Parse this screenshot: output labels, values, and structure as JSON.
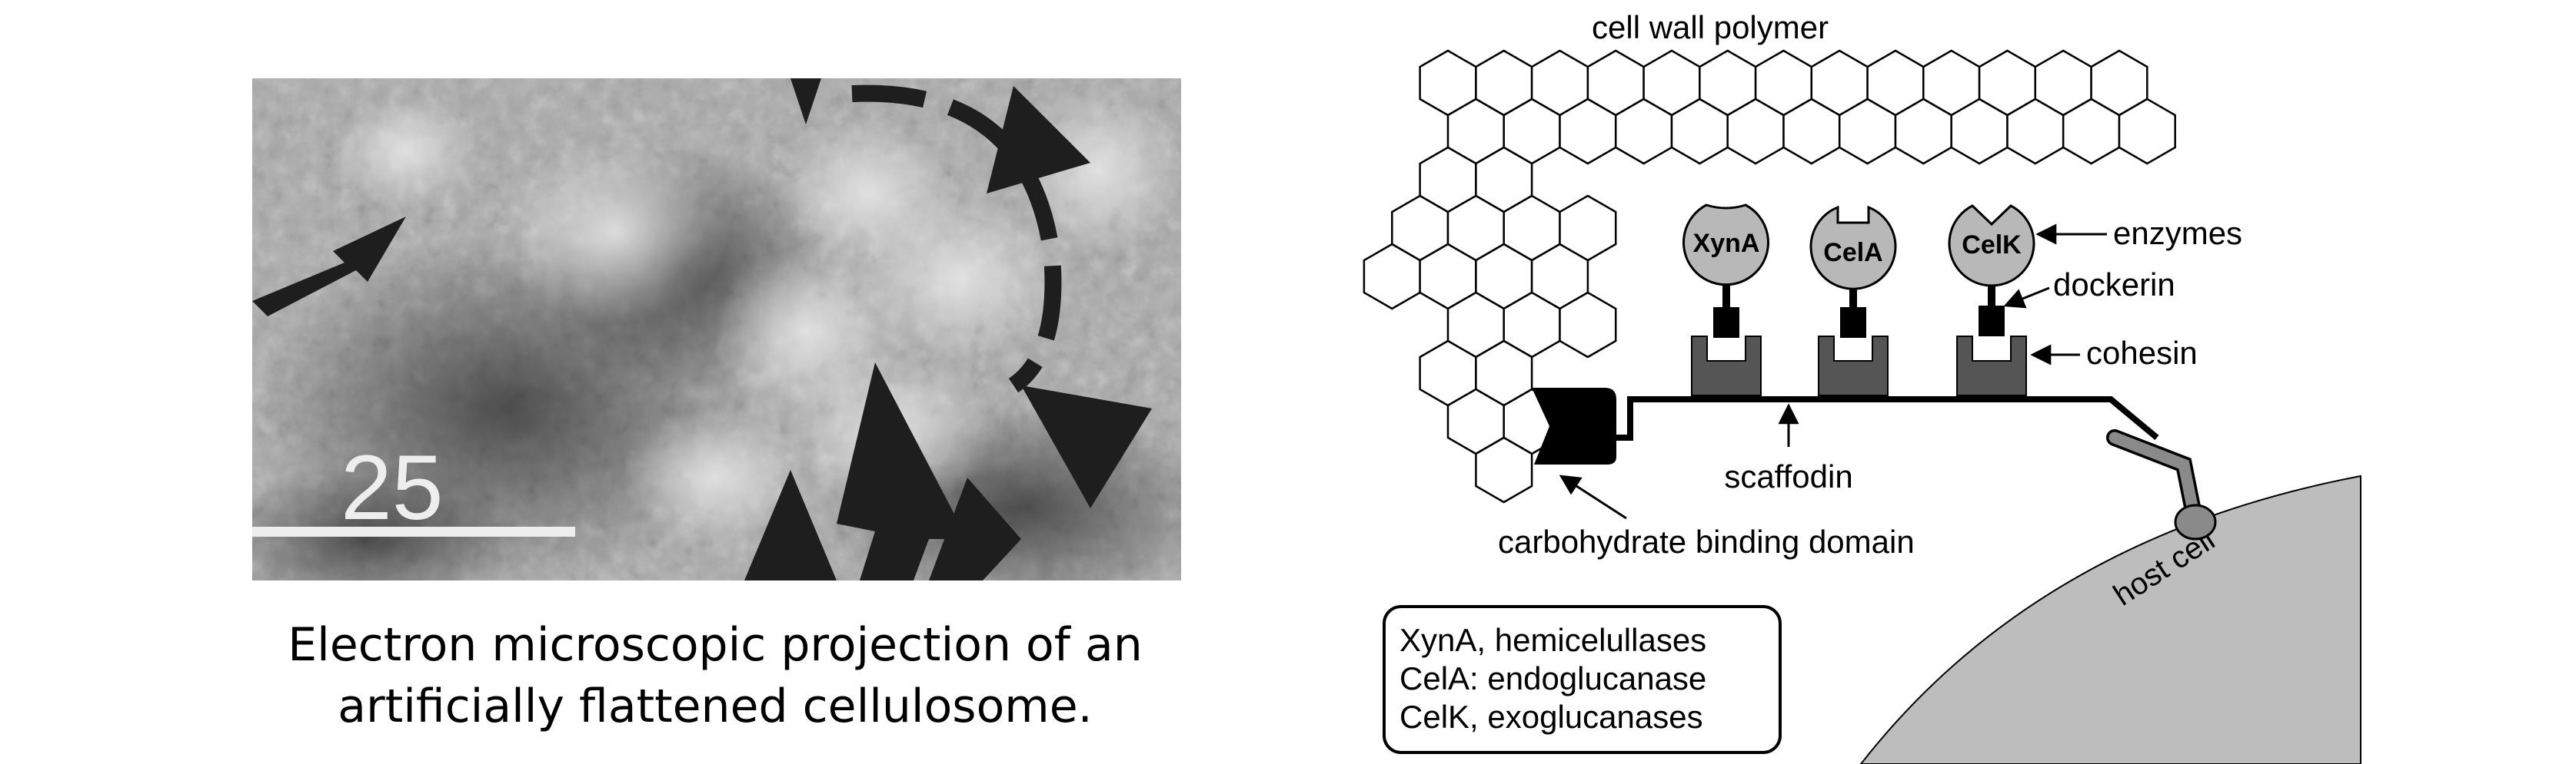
{
  "micrograph": {
    "scale_label": "25"
  },
  "caption": {
    "line1": "Electron microscopic projection of an",
    "line2": "artificially flattened cellulosome."
  },
  "diagram": {
    "labels": {
      "cell_wall": "cell wall polymer",
      "enzymes": "enzymes",
      "dockerin": "dockerin",
      "cohesin": "cohesin",
      "scaffodin": "scaffodin",
      "cbd": "carbohydrate binding domain",
      "host_cell": "host cell"
    },
    "enzymes": [
      {
        "name": "XynA"
      },
      {
        "name": "CelA"
      },
      {
        "name": "CelK"
      }
    ],
    "legend": [
      "XynA, hemicelullases",
      "CelA: endoglucanase",
      "CelK, exoglucanases"
    ],
    "colors": {
      "enzyme_fill": "#b8b8b8",
      "cohesin_fill": "#555555",
      "host_fill": "#bdbdbd",
      "micrograph_bg": "#a9a9a9"
    }
  }
}
